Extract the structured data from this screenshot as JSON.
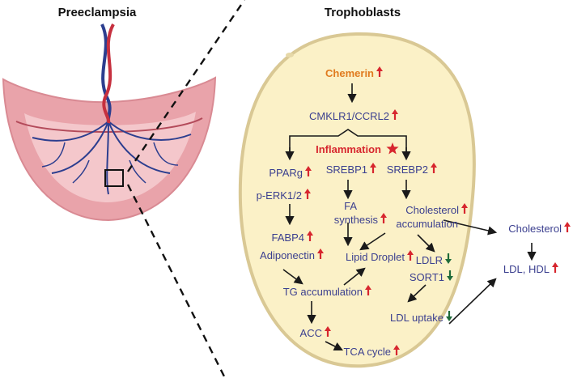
{
  "titles": {
    "left": "Preeclampsia",
    "right": "Trophoblasts"
  },
  "colors": {
    "label": "#3b3f8f",
    "chemerin": "#e07b1f",
    "inflammation": "#d7262e",
    "up_arrow": "#d7262e",
    "down_arrow": "#1f6b3a",
    "cell_fill": "#fbf1c7",
    "cell_border": "#d9c894",
    "placenta": "#e9a3aa"
  },
  "nodes": {
    "chemerin": {
      "label": "Chemerin",
      "change": "up",
      "icon": "up-arrow-icon"
    },
    "cmklr1": {
      "label": "CMKLR1/CCRL2",
      "change": "up",
      "icon": "up-arrow-icon"
    },
    "inflammation": {
      "label": "Inflammation",
      "icon": "star-icon"
    },
    "pparg": {
      "label": "PPARg",
      "change": "up",
      "icon": "up-arrow-icon"
    },
    "perk": {
      "label": "p-ERK1/2",
      "change": "up",
      "icon": "up-arrow-icon"
    },
    "fabp4": {
      "label": "FABP4",
      "change": "up",
      "icon": "up-arrow-icon"
    },
    "adiponectin": {
      "label": "Adiponectin",
      "change": "up",
      "icon": "up-arrow-icon"
    },
    "srebp1": {
      "label": "SREBP1",
      "change": "up",
      "icon": "up-arrow-icon"
    },
    "fa1": {
      "label": "FA"
    },
    "fa2": {
      "label": "synthesis",
      "change": "up",
      "icon": "up-arrow-icon"
    },
    "srebp2": {
      "label": "SREBP2",
      "change": "up",
      "icon": "up-arrow-icon"
    },
    "chol_acc1": {
      "label": "Cholesterol",
      "change": "up",
      "icon": "up-arrow-icon"
    },
    "chol_acc2": {
      "label": "accumulation"
    },
    "lipid_droplet": {
      "label": "Lipid Droplet",
      "change": "up",
      "icon": "up-arrow-icon"
    },
    "tg_acc": {
      "label": "TG accumulation",
      "change": "up",
      "icon": "up-arrow-icon"
    },
    "ldlr": {
      "label": "LDLR",
      "change": "down",
      "icon": "down-arrow-icon"
    },
    "sort1": {
      "label": "SORT1",
      "change": "down",
      "icon": "down-arrow-icon"
    },
    "ldl_uptake": {
      "label": "LDL uptake",
      "change": "down",
      "icon": "down-arrow-icon"
    },
    "acc": {
      "label": "ACC",
      "change": "up",
      "icon": "up-arrow-icon"
    },
    "tca": {
      "label": "TCA cycle",
      "change": "up",
      "icon": "up-arrow-icon"
    },
    "cholesterol": {
      "label": "Cholesterol",
      "change": "up",
      "icon": "up-arrow-icon"
    },
    "ldl_hdl": {
      "label": "LDL, HDL",
      "change": "up",
      "icon": "up-arrow-icon"
    }
  }
}
